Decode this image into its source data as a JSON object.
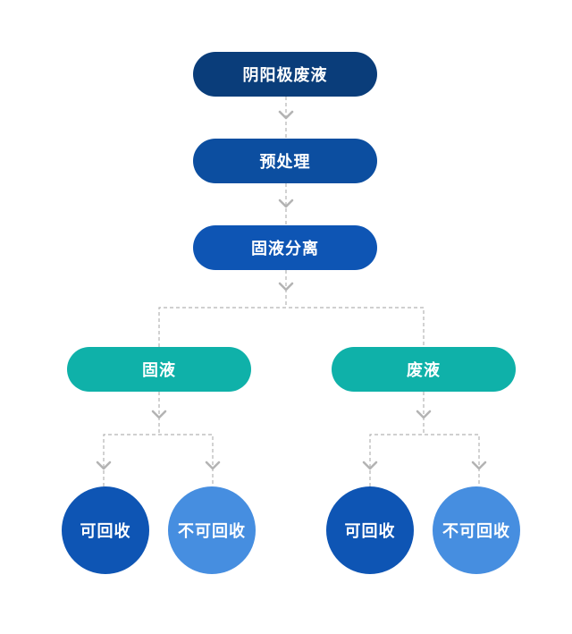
{
  "colors": {
    "navy": "#0a3d7a",
    "blue_dark": "#0c4ea0",
    "blue_mid": "#0e55b4",
    "teal": "#0fb1a9",
    "circle_dark": "#0e55b4",
    "circle_light": "#468ee0",
    "connector": "#b4b4b4"
  },
  "flow": {
    "step1": "阴阳极废液",
    "step2": "预处理",
    "step3": "固液分离"
  },
  "branches": {
    "left": {
      "label": "固液",
      "recyclable": "可回收",
      "non_recyclable": "不可回收"
    },
    "right": {
      "label": "废液",
      "recyclable": "可回收",
      "non_recyclable": "不可回收"
    }
  }
}
